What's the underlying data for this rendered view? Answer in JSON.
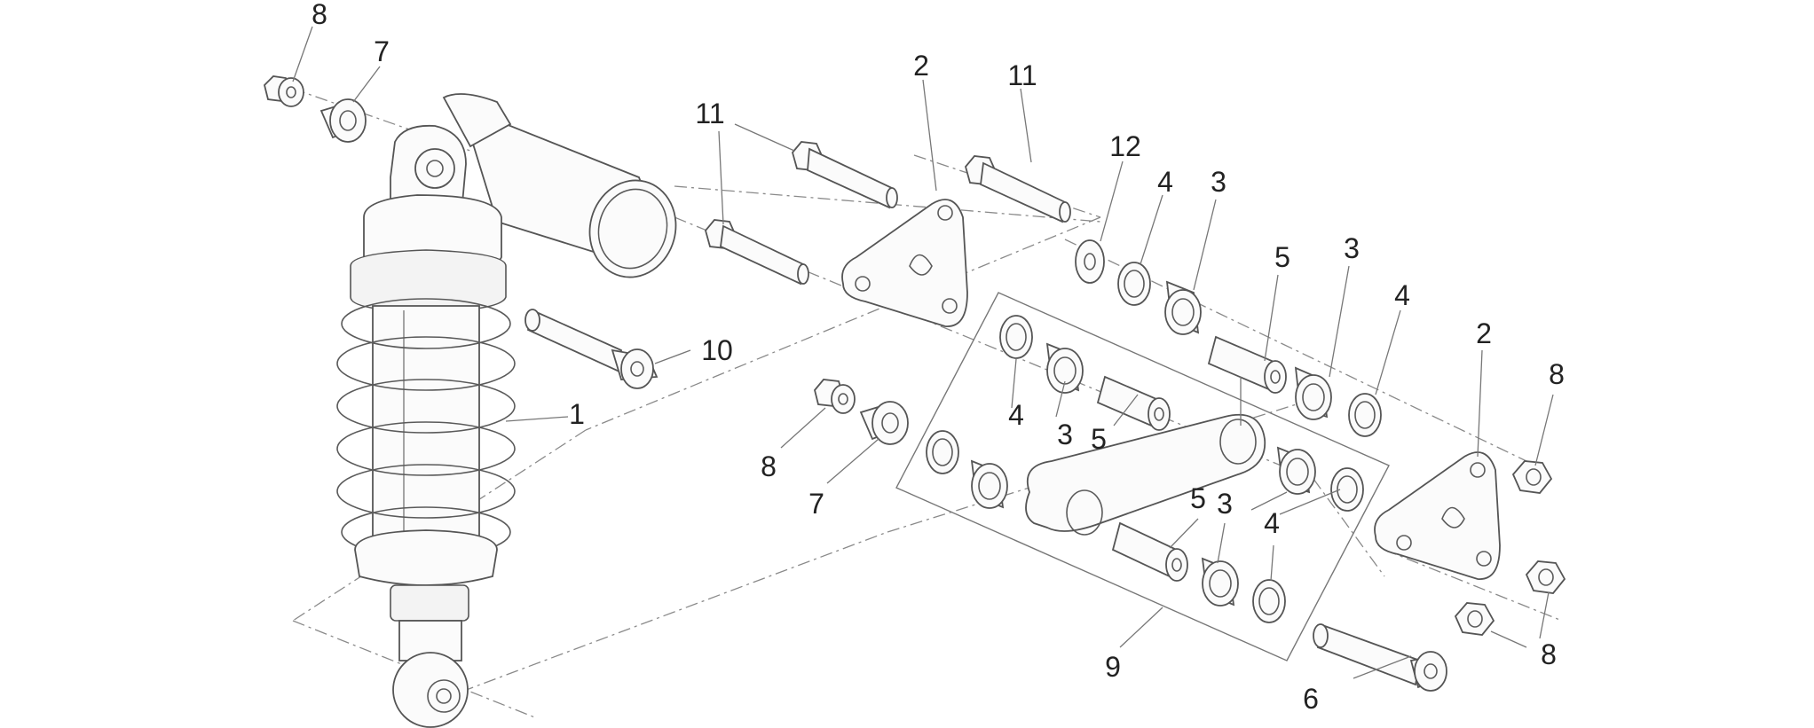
{
  "diagram": {
    "callouts": [
      {
        "id": "c8a",
        "text": "8"
      },
      {
        "id": "c7a",
        "text": "7"
      },
      {
        "id": "c2a",
        "text": "2"
      },
      {
        "id": "c11a",
        "text": "11"
      },
      {
        "id": "c11b",
        "text": "11"
      },
      {
        "id": "c12",
        "text": "12"
      },
      {
        "id": "c4a",
        "text": "4"
      },
      {
        "id": "c3a",
        "text": "3"
      },
      {
        "id": "c5a",
        "text": "5"
      },
      {
        "id": "c3b",
        "text": "3"
      },
      {
        "id": "c4b",
        "text": "4"
      },
      {
        "id": "c2b",
        "text": "2"
      },
      {
        "id": "c8b",
        "text": "8"
      },
      {
        "id": "c10",
        "text": "10"
      },
      {
        "id": "c1",
        "text": "1"
      },
      {
        "id": "c4c",
        "text": "4"
      },
      {
        "id": "c3c",
        "text": "3"
      },
      {
        "id": "c5b",
        "text": "5"
      },
      {
        "id": "c8c",
        "text": "8"
      },
      {
        "id": "c7b",
        "text": "7"
      },
      {
        "id": "c5c",
        "text": "5"
      },
      {
        "id": "c3d",
        "text": "3"
      },
      {
        "id": "c4d",
        "text": "4"
      },
      {
        "id": "c9",
        "text": "9"
      },
      {
        "id": "c6",
        "text": "6"
      },
      {
        "id": "c8d",
        "text": "8"
      }
    ]
  }
}
